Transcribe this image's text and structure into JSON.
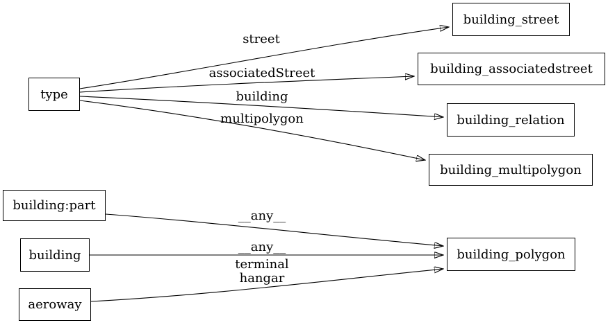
{
  "diagram": {
    "background_color": "#ffffff",
    "line_color": "#000000",
    "nodes": [
      {
        "id": "type",
        "label": "type"
      },
      {
        "id": "building_street",
        "label": "building_street"
      },
      {
        "id": "building_associatedstreet",
        "label": "building_associatedstreet"
      },
      {
        "id": "building_relation",
        "label": "building_relation"
      },
      {
        "id": "building_multipolygon",
        "label": "building_multipolygon"
      },
      {
        "id": "building:part",
        "label": "building:part"
      },
      {
        "id": "building",
        "label": "building"
      },
      {
        "id": "aeroway",
        "label": "aeroway"
      },
      {
        "id": "building_polygon",
        "label": "building_polygon"
      }
    ],
    "edges": [
      {
        "from": "type",
        "to": "building_street",
        "label": "street"
      },
      {
        "from": "type",
        "to": "building_associatedstreet",
        "label": "associatedStreet"
      },
      {
        "from": "type",
        "to": "building_relation",
        "label": "building"
      },
      {
        "from": "type",
        "to": "building_multipolygon",
        "label": "multipolygon"
      },
      {
        "from": "building:part",
        "to": "building_polygon",
        "label": "__any__"
      },
      {
        "from": "building",
        "to": "building_polygon",
        "label": "__any__"
      },
      {
        "from": "aeroway",
        "to": "building_polygon",
        "label": "terminal hangar",
        "label_lines": [
          "terminal",
          "hangar"
        ]
      }
    ]
  }
}
